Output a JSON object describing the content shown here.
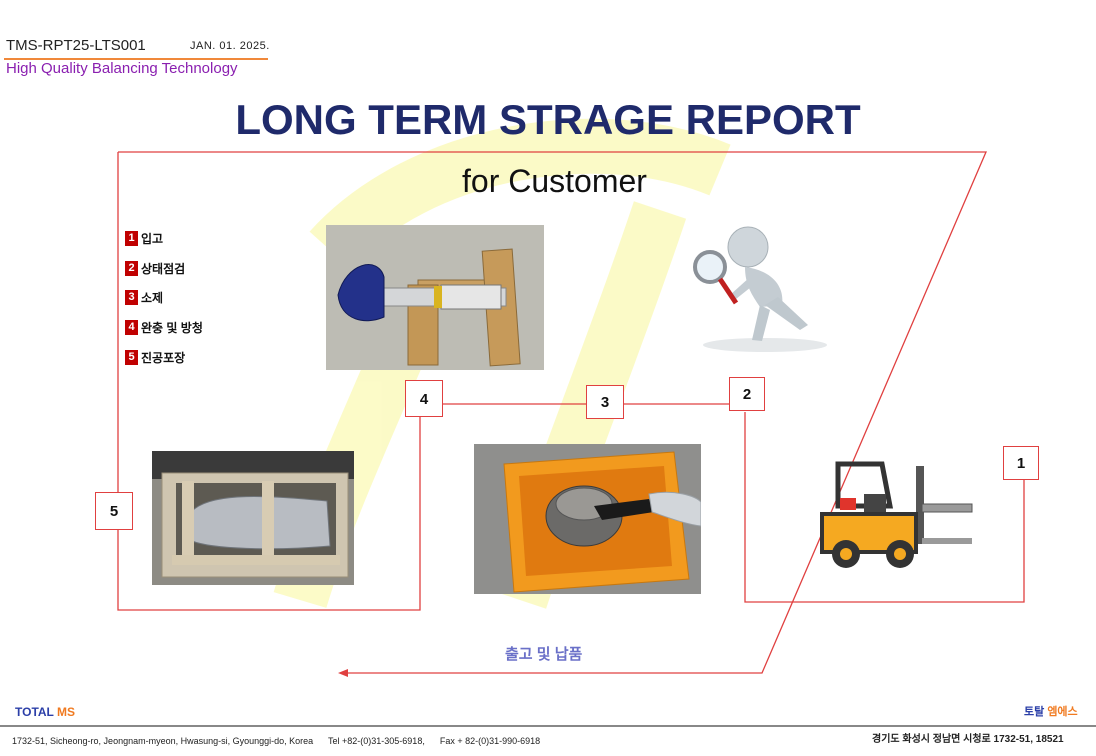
{
  "header": {
    "doc_code": "TMS-RPT25-LTS001",
    "date": "JAN. 01. 2025.",
    "tagline": "High Quality Balancing Technology"
  },
  "title": "LONG TERM STRAGE REPORT",
  "subtitle": "for Customer",
  "legend": [
    {
      "num": "1",
      "label": "입고"
    },
    {
      "num": "2",
      "label": "상태점검"
    },
    {
      "num": "3",
      "label": "소제"
    },
    {
      "num": "4",
      "label": "완충 및 방청"
    },
    {
      "num": "5",
      "label": "진공포장"
    }
  ],
  "steps": {
    "s1": "1",
    "s2": "2",
    "s3": "3",
    "s4": "4",
    "s5": "5"
  },
  "shipping_label": "출고 및 납품",
  "footer": {
    "company_en": "TOTAL",
    "company_en_accent": "MS",
    "company_ko": "토탈",
    "company_ko_accent": "엠에스",
    "address_en": "1732-51, Sicheong-ro, Jeongnam-myeon, Hwasung-si, Gyounggi-do, Korea      Tel +82-(0)31-305-6918,      Fax + 82-(0)31-990-6918",
    "address_ko": "경기도 화성시 정남면 시청로 1732-51, 18521"
  },
  "colors": {
    "title": "#1f2a6b",
    "tagline": "#8a1fb0",
    "flow_line": "#e04040",
    "accent_orange": "#f07a20"
  },
  "icons": [
    "magnifier-figure-icon",
    "forklift-icon",
    "watermark-logo"
  ]
}
